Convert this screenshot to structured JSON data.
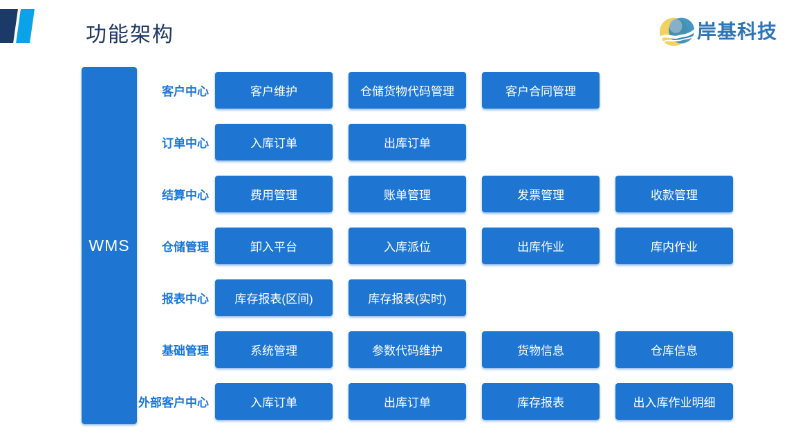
{
  "page": {
    "title": "功能架构"
  },
  "logo": {
    "text": "岸基科技",
    "icon": "wave-circle-icon"
  },
  "colors": {
    "box_blue": "#1e76d2",
    "label_blue": "#1877d9",
    "title_navy": "#1f3864",
    "accent_dark": "#1b3a68",
    "accent_light": "#0aa2e8",
    "logo_text_blue": "#2e75b6",
    "logo_yellow": "#f2d25e",
    "logo_blue": "#2e86bb",
    "background": "#ffffff"
  },
  "diagram": {
    "root": "WMS",
    "rows": [
      {
        "label": "客户中心",
        "boxes": [
          "客户维护",
          "仓储货物代码管理",
          "客户合同管理"
        ]
      },
      {
        "label": "订单中心",
        "boxes": [
          "入库订单",
          "出库订单"
        ]
      },
      {
        "label": "结算中心",
        "boxes": [
          "费用管理",
          "账单管理",
          "发票管理",
          "收款管理"
        ]
      },
      {
        "label": "仓储管理",
        "boxes": [
          "卸入平台",
          "入库派位",
          "出库作业",
          "库内作业"
        ]
      },
      {
        "label": "报表中心",
        "boxes": [
          "库存报表(区间)",
          "库存报表(实时)"
        ]
      },
      {
        "label": "基础管理",
        "boxes": [
          "系统管理",
          "参数代码维护",
          "货物信息",
          "仓库信息"
        ]
      },
      {
        "label": "外部客户中心",
        "boxes": [
          "入库订单",
          "出库订单",
          "库存报表",
          "出入库作业明细"
        ]
      }
    ]
  }
}
